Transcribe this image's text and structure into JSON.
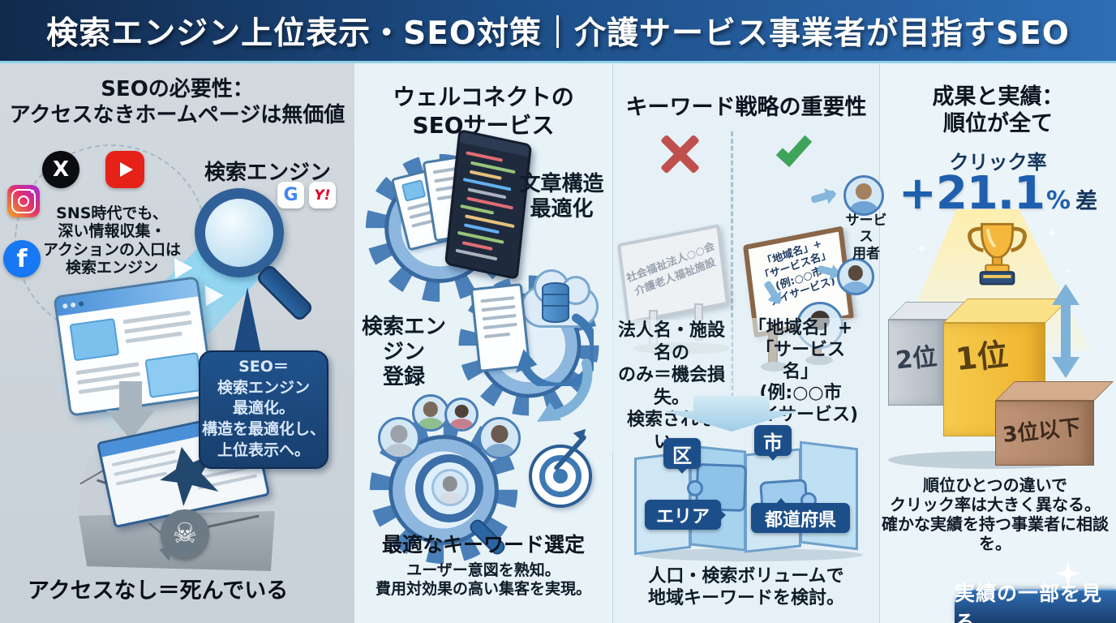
{
  "header": {
    "title": "検索エンジン上位表示・SEO対策｜介護サービス事業者が目指すSEO"
  },
  "icons": {
    "x": "X",
    "facebook": "f",
    "google": "G",
    "yahoo": "Y!",
    "skull": "☠"
  },
  "col1": {
    "title": "SEOの必要性：\nアクセスなきホームページは無価値",
    "sns_note": "SNS時代でも、\n深い情報収集・\nアクションの入口は\n検索エンジン",
    "search_engine_label": "検索エンジン",
    "seo_box": "SEO＝\n検索エンジン\n最適化。\n構造を最適化し、\n上位表示へ。",
    "bottom_caption": "アクセスなし＝死んでいる"
  },
  "col2": {
    "title": "ウェルコネクトの\nSEOサービス",
    "label_structure": "文章構造\n最適化",
    "label_registration": "検索エンジン\n登録",
    "label_keyword": "最適なキーワード選定",
    "keyword_note": "ユーザー意図を熟知。\n費用対効果の高い集客を実現。"
  },
  "col3": {
    "title": "キーワード戦略の重要性",
    "bad_sign_text": "社会福祉法人○○会\n介護老人福祉施設",
    "bad_caption": "法人名・施設名の\nのみ＝機会損失。\n検索されない。",
    "good_sign_text": "「地域名」+\n「サービス名」\n(例:○○市\nデイサービス)",
    "service_user_label": "サービス\n用者",
    "good_caption": "「地域名」+\n「サービス名」\n(例:○○市\nデイサービス)",
    "map_tags": [
      "区",
      "市",
      "エリア",
      "都道府県"
    ],
    "map_caption": "人口・検索ボリュームで\n地域キーワードを検討。"
  },
  "col4": {
    "title": "成果と実績：\n順位が全て",
    "ctr_label": "クリック率",
    "ctr_value": "+21.1",
    "ctr_percent": "%",
    "ctr_diff": "差",
    "rank1": "1位",
    "rank2": "2位",
    "rank3": "3位以下",
    "caption": "順位ひとつの違いで\nクリック率は大きく異なる。\n確かな実績を持つ事業者に相談を。",
    "cta_label": "実績の一部を見る"
  }
}
